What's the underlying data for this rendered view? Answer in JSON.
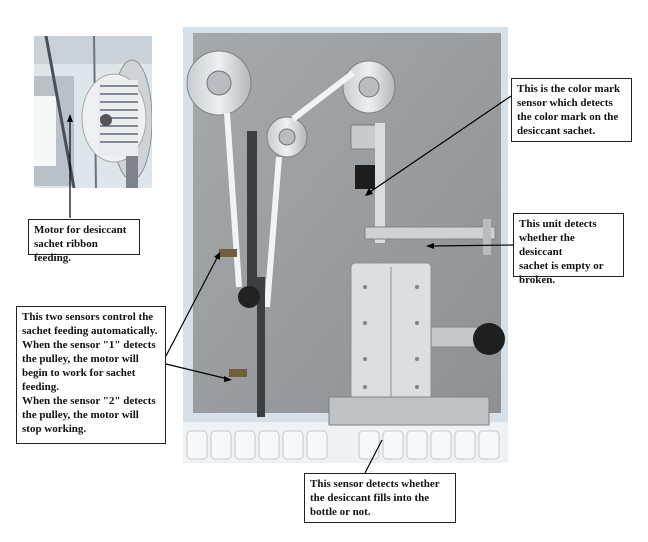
{
  "callouts": {
    "motor": {
      "text": "Motor for desiccant\nsachet ribbon feeding."
    },
    "color_mark": {
      "text": "This is the color mark\nsensor which detects\nthe color mark on the\ndesiccant sachet."
    },
    "unit_detects": {
      "text": "This unit detects\nwhether the desiccant\nsachet is empty or\nbroken."
    },
    "two_sensors": {
      "lines": [
        "This two sensors control the",
        "sachet feeding automatically.",
        "When the sensor \"1\" detects",
        "the pulley, the motor will",
        "begin to work for sachet",
        "feeding.",
        "When the sensor \"2\" detects",
        "the pulley, the motor will",
        "stop working."
      ]
    },
    "fill_sensor": {
      "text": "This sensor detects whether\nthe desiccant fills into the\nbottle or not."
    }
  },
  "colors": {
    "panel": "#9a9da0",
    "sky": "#d7e0e6",
    "line": "#000000"
  }
}
